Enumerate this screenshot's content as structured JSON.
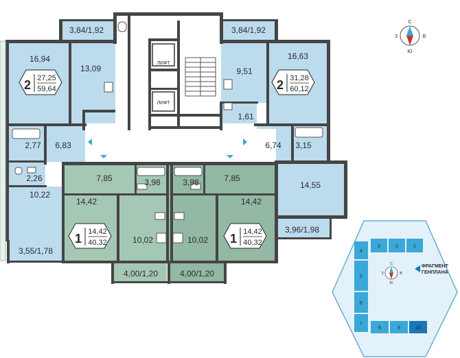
{
  "compass": {
    "north": "С",
    "south": "Ю",
    "west": "З",
    "east": "В"
  },
  "rooms": {
    "a_living": "16,94",
    "a_kitchen": "13,09",
    "a_hall": "6,83",
    "a_bath": "2,77",
    "a_wc": "2,26",
    "a_room2": "10,22",
    "a_balc_top": "3,84/1,92",
    "a_balc_bot": "3,55/1,78",
    "b_kitchen": "9,51",
    "b_living": "16,63",
    "b_wc": "1,61",
    "b_hall": "6,74",
    "b_bath": "3,15",
    "b_room2": "14,55",
    "b_balc_top": "3,84/1,92",
    "b_balc_bot": "3,96/1,98",
    "c_hall": "7,85",
    "c_bath": "3,98",
    "c_room": "14,42",
    "c_kitchen": "10,02",
    "c_balc": "4,00/1,20",
    "d_hall": "7,85",
    "d_bath": "3,98",
    "d_room": "14,42",
    "d_kitchen": "10,02",
    "d_balc": "4,00/1,20"
  },
  "badges": {
    "a": {
      "rooms": "2",
      "living": "27,25",
      "total": "59,64"
    },
    "b": {
      "rooms": "2",
      "living": "31,28",
      "total": "60,12"
    },
    "c": {
      "rooms": "1",
      "living": "14,42",
      "total": "40,32"
    },
    "d": {
      "rooms": "1",
      "living": "14,42",
      "total": "40,32"
    }
  },
  "lift_label": "ЛИФТ",
  "site_plan": {
    "label": "ФРАГМЕНТ ГЕНПЛАНА",
    "sections": [
      "1",
      "2",
      "3",
      "4",
      "5",
      "6",
      "7",
      "8",
      "9",
      "10"
    ]
  },
  "colors": {
    "blue": "#bcdcee",
    "green": "#a5c8b5",
    "green_dark": "#93b8a4",
    "wall": "#454545",
    "accent": "#3aa8d8",
    "hex": "#e3f1fa"
  }
}
